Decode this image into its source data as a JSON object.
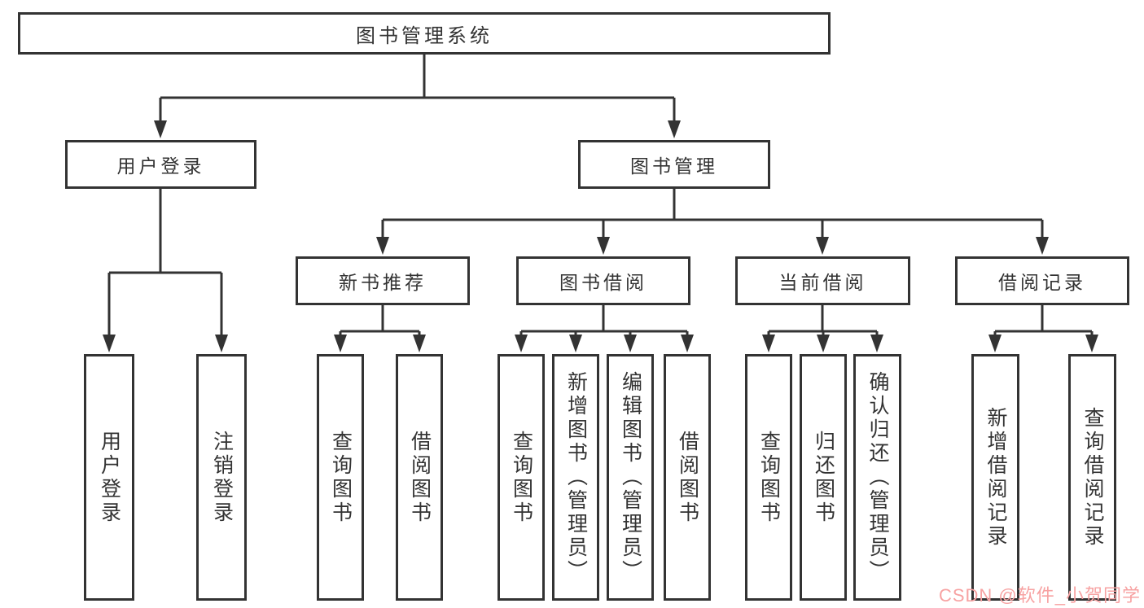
{
  "diagram": {
    "root": {
      "label": "图书管理系统"
    },
    "branches": {
      "user_login": {
        "label": "用户登录"
      },
      "book_mgmt": {
        "label": "图书管理"
      }
    },
    "modules": {
      "new_book_rec": {
        "label": "新书推荐"
      },
      "book_borrow": {
        "label": "图书借阅"
      },
      "current_borrow": {
        "label": "当前借阅"
      },
      "borrow_record": {
        "label": "借阅记录"
      }
    },
    "leaves": {
      "user_login_leaf": {
        "label": "用户登录"
      },
      "logout": {
        "label": "注销登录"
      },
      "rec_query": {
        "label": "查询图书"
      },
      "rec_borrow": {
        "label": "借阅图书"
      },
      "bb_query": {
        "label": "查询图书"
      },
      "bb_add": {
        "label": "新增图书（管理员）"
      },
      "bb_edit": {
        "label": "编辑图书（管理员）"
      },
      "bb_borrow": {
        "label": "借阅图书"
      },
      "cb_query": {
        "label": "查询图书"
      },
      "cb_return": {
        "label": "归还图书"
      },
      "cb_confirm": {
        "label": "确认归还（管理员）"
      },
      "br_add": {
        "label": "新增借阅记录"
      },
      "br_query": {
        "label": "查询借阅记录"
      }
    },
    "hierarchy": [
      {
        "parent": "图书管理系统",
        "children": [
          "用户登录",
          "图书管理"
        ]
      },
      {
        "parent": "用户登录",
        "children": [
          "用户登录",
          "注销登录"
        ]
      },
      {
        "parent": "图书管理",
        "children": [
          "新书推荐",
          "图书借阅",
          "当前借阅",
          "借阅记录"
        ]
      },
      {
        "parent": "新书推荐",
        "children": [
          "查询图书",
          "借阅图书"
        ]
      },
      {
        "parent": "图书借阅",
        "children": [
          "查询图书",
          "新增图书（管理员）",
          "编辑图书（管理员）",
          "借阅图书"
        ]
      },
      {
        "parent": "当前借阅",
        "children": [
          "查询图书",
          "归还图书",
          "确认归还（管理员）"
        ]
      },
      {
        "parent": "借阅记录",
        "children": [
          "新增借阅记录",
          "查询借阅记录"
        ]
      }
    ]
  },
  "watermark": {
    "text": "CSDN @软件_小贺同学",
    "color": "#f7a2a2"
  },
  "colors": {
    "line": "#333333",
    "text": "#333333",
    "background": "#ffffff"
  }
}
